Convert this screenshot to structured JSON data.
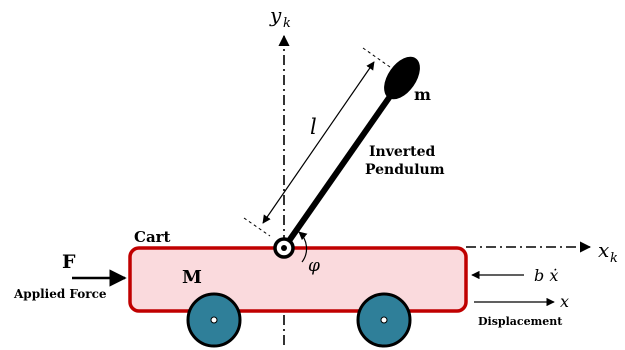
{
  "axes": {
    "y_label_base": "y",
    "y_label_sub": "k",
    "x_label_base": "x",
    "x_label_sub": "k"
  },
  "labels": {
    "pendulum_mass": "m",
    "length": "l",
    "pendulum_title_line1": "Inverted",
    "pendulum_title_line2": "Pendulum",
    "cart": "Cart",
    "cart_mass": "M",
    "angle": "φ",
    "force_symbol": "F",
    "applied_force": "Applied Force",
    "friction": "b ẋ",
    "displacement_symbol": "x",
    "displacement": "Displacement"
  },
  "colors": {
    "cart_fill": "#fadadd",
    "cart_stroke": "#c00000",
    "wheel_fill": "#2f7f99",
    "ink": "#000000"
  }
}
